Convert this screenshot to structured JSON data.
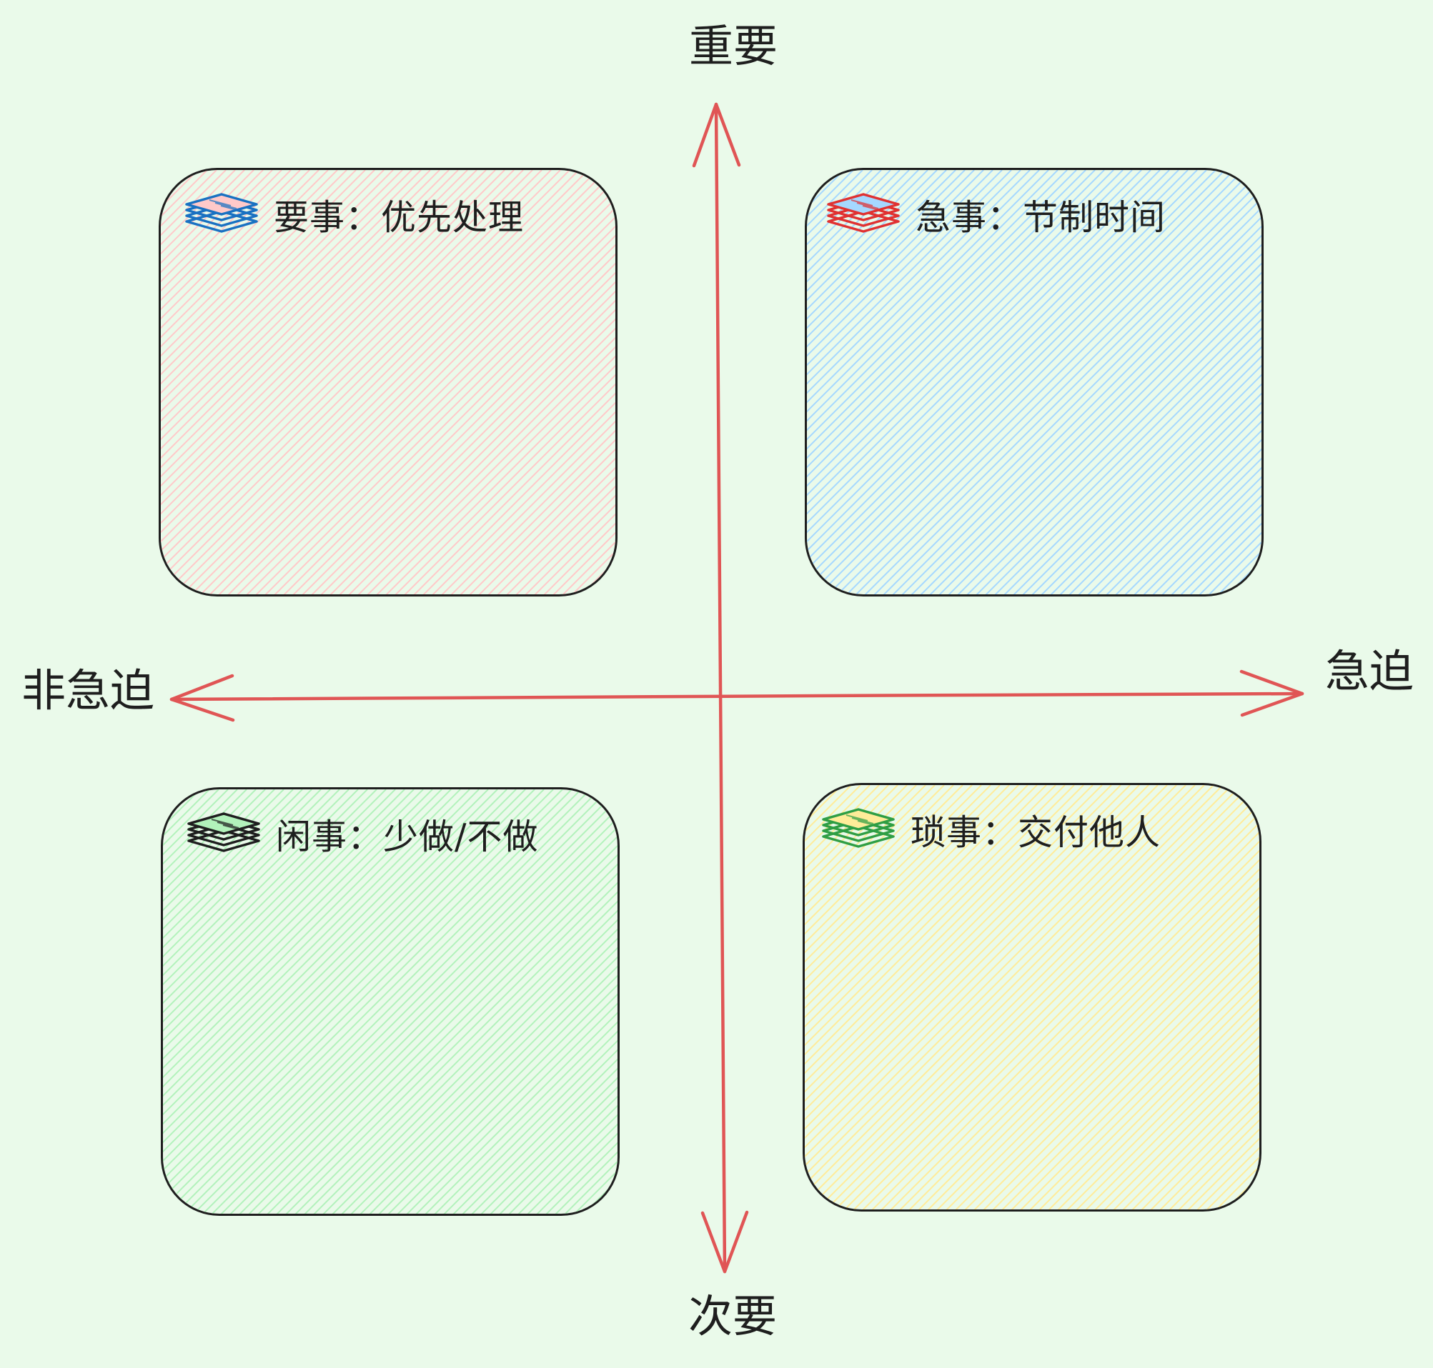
{
  "diagram": {
    "axes": {
      "top_label": "重要",
      "bottom_label": "次要",
      "left_label": "非急迫",
      "right_label": "急迫",
      "color": "#e05555"
    },
    "quadrants": [
      {
        "id": "top-left",
        "label": "要事：优先处理",
        "icon": "stack-icon-blue",
        "fill_color": "#ffc9c9",
        "icon_color": "#1971c2"
      },
      {
        "id": "top-right",
        "label": "急事：节制时间",
        "icon": "stack-icon-red",
        "fill_color": "#a5d8ff",
        "icon_color": "#e03131"
      },
      {
        "id": "bottom-left",
        "label": "闲事：少做/不做",
        "icon": "stack-icon-dark",
        "fill_color": "#b2f2bb",
        "icon_color": "#1e1e1e"
      },
      {
        "id": "bottom-right",
        "label": "琐事：交付他人",
        "icon": "stack-icon-green",
        "fill_color": "#ffec99",
        "icon_color": "#2f9e44"
      }
    ],
    "stroke_color": "#1e1e1e",
    "background_color": "#eafaea"
  }
}
